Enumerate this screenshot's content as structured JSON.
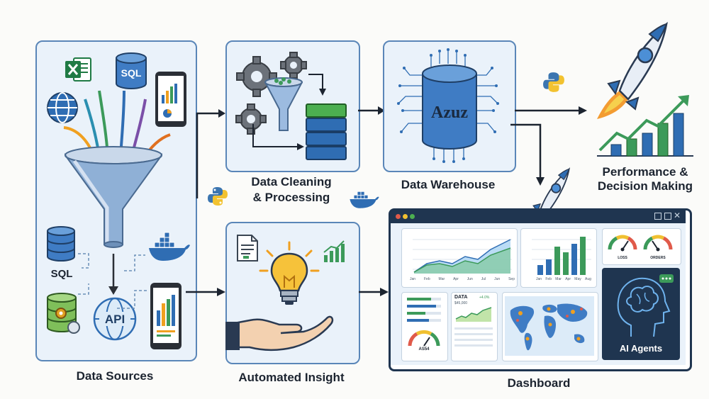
{
  "labels": {
    "data_sources": "Data Sources",
    "cleaning_line1": "Data Cleaning",
    "cleaning_line2": "& Processing",
    "warehouse": "Data Warehouse",
    "performance_line1": "Performance &",
    "performance_line2": "Decision Making",
    "insight": "Automated Insight",
    "dashboard": "Dashboard"
  },
  "icons": {
    "sql_db_top": "SQL",
    "sql_db_side": "SQL",
    "api": "API",
    "warehouse_text": "Azuz"
  },
  "dashboard": {
    "line_chart_months": [
      "Jan",
      "Feb",
      "Mar",
      "Apr",
      "Jun",
      "Jul",
      "Jun",
      "Sep"
    ],
    "bar_chart_months": [
      "Jan",
      "Feb",
      "Mar",
      "Apr",
      "May",
      "Aug"
    ],
    "gauge1_label": "LOSS",
    "gauge2_label": "ORDERS",
    "data_card_title": "DATA",
    "data_card_value": "$45,000",
    "data_card_change": "+4.0%",
    "small_gauge_label": "AS54",
    "ai_agents": "AI Agents"
  },
  "colors": {
    "panel_border": "#5a86b8",
    "panel_fill": "#eaf2fa",
    "accent_green": "#3c9a5a",
    "accent_blue": "#2f6db3"
  }
}
